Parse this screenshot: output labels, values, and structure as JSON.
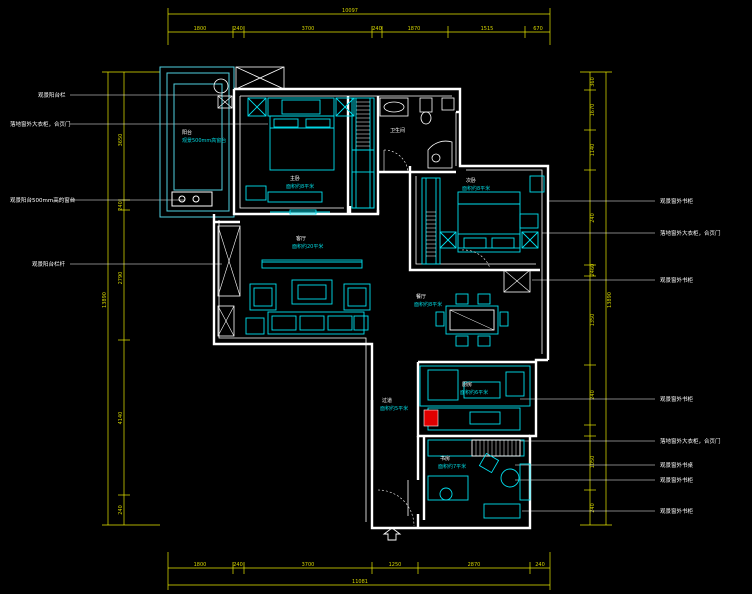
{
  "colors": {
    "background": "#000000",
    "wall": "#ffffff",
    "furniture": "#00e0f0",
    "dimension": "#e8e800",
    "leader": "#ffffff",
    "accent_red": "#e00000",
    "balcony": "#50d0e0"
  },
  "dimensions": {
    "top_total": "10097",
    "top_segments": [
      "1800",
      "240",
      "3700",
      "240",
      "1870",
      "1515",
      "670"
    ],
    "bottom_total": "11081",
    "bottom_segments": [
      "1800",
      "240",
      "3700",
      "1250",
      "2870",
      "240"
    ],
    "left_total": "13890",
    "left_segments": [
      "3650",
      "240",
      "2790",
      "4140",
      "240"
    ],
    "right_total": "13890",
    "right_segments": [
      "360",
      "1670",
      "1140",
      "240",
      "2460",
      "1350",
      "240",
      "1050",
      "240"
    ]
  },
  "left_notes": [
    "观景阳台栏",
    "落地窗外大衣柜，合页门",
    "观景阳台500mm高的窗台",
    "观景阳台栏杆"
  ],
  "right_notes": [
    "观景窗外书柜",
    "落地窗外大衣柜，合页门",
    "观景窗外书柜",
    "观景窗外书柜",
    "落地窗外大衣柜，合页门",
    "观景窗外书桌",
    "观景窗外书柜",
    "观景窗外书柜"
  ],
  "rooms": {
    "balcony": "阳台",
    "balcony_sub": "观景500mm高窗台",
    "master": "主卧",
    "master_sub": "面积约8平米",
    "bath": "卫生间",
    "second": "次卧",
    "second_sub": "面积约8平米",
    "living": "客厅",
    "living_sub": "面积约20平米",
    "dining": "餐厅",
    "dining_sub": "面积约8平米",
    "kitchen": "厨房",
    "kitchen_sub": "面积约6平米",
    "hall": "过道",
    "hall_sub": "面积约5平米",
    "study": "书房",
    "study_sub": "面积约7平米"
  }
}
